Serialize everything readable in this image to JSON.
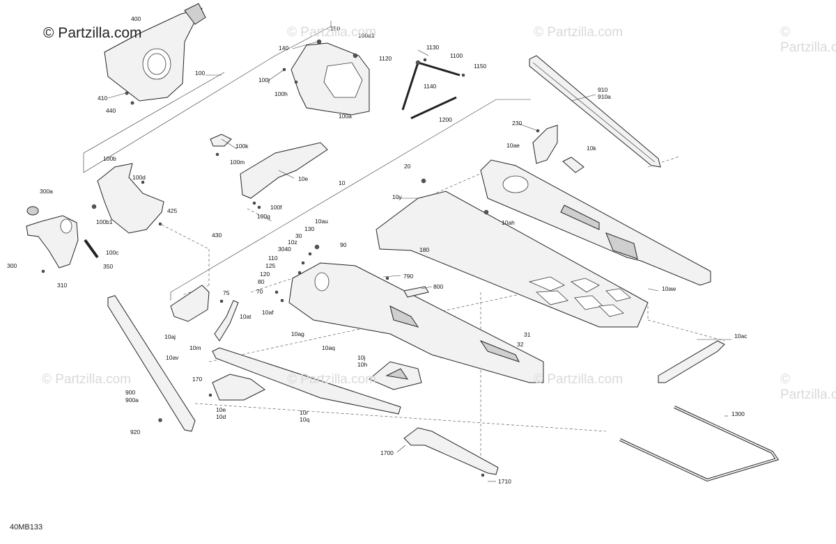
{
  "copyright": "© Partzilla.com",
  "watermark_text": "© Partzilla.com",
  "diagram_code": "40MB133",
  "labels": {
    "l400": "400",
    "l100": "100",
    "l410": "410",
    "l440": "440",
    "l150": "150",
    "l100a1": "100a1",
    "l140": "140",
    "l100j": "100j",
    "l100h": "100h",
    "l100a": "100a",
    "l1130": "1130",
    "l1120": "1120",
    "l1100": "1100",
    "l1150": "1150",
    "l1140": "1140",
    "l1200": "1200",
    "l910": "910",
    "l910a": "910a",
    "l230": "230",
    "l10ae": "10ae",
    "l10k": "10k",
    "l100k": "100k",
    "l100m": "100m",
    "l10e": "10e",
    "l100f": "100f",
    "l100g": "100g",
    "l100b": "100b",
    "l100d": "100d",
    "l300a": "300a",
    "l425": "425",
    "l100b1": "100b1",
    "l100c": "100c",
    "l430": "430",
    "l300": "300",
    "l350": "350",
    "l310": "310",
    "l10": "10",
    "l20": "20",
    "l10y": "10y",
    "l10ah": "10ah",
    "l180": "180",
    "l10au": "10au",
    "l130": "130",
    "l30": "30",
    "l10z": "10z",
    "l3040": "3040",
    "l90": "90",
    "l110": "110",
    "l125": "125",
    "l120": "120",
    "l80": "80",
    "l70": "70",
    "l10af": "10af",
    "l790": "790",
    "l800": "800",
    "l10aw": "10aw",
    "l75": "75",
    "l10at": "10at",
    "l10aj": "10aj",
    "l10m": "10m",
    "l10ag": "10ag",
    "l10aq": "10aq",
    "l31": "31",
    "l32": "32",
    "l10ac": "10ac",
    "l10av": "10av",
    "l10j": "10j",
    "l10h": "10h",
    "l170": "170",
    "l10e2": "10e",
    "l10d": "10d",
    "l10r": "10r",
    "l10q": "10q",
    "l900": "900",
    "l900a": "900a",
    "l920": "920",
    "l1300": "1300",
    "l1700": "1700",
    "l1710": "1710"
  }
}
